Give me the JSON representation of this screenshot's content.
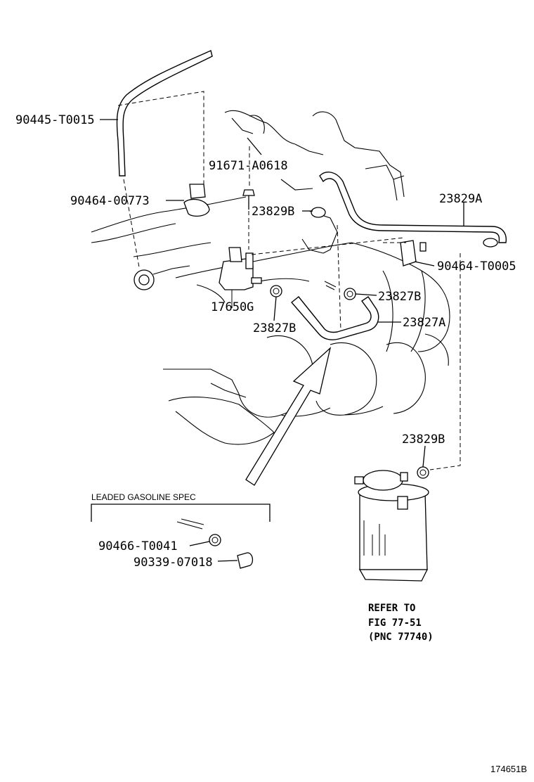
{
  "parts": {
    "hose_upper": "90445-T0015",
    "bolt": "91671-A0618",
    "clamp_left": "90464-00773",
    "clip_upper": "23829B",
    "hose_right": "23829A",
    "clamp_right": "90464-T0005",
    "vsv": "17650G",
    "clip_mid_right": "23827B",
    "clip_mid_left": "23827B",
    "hose_mid": "23827A",
    "clip_canister": "23829B"
  },
  "leaded_spec": {
    "title": "LEADED GASOLINE SPEC",
    "clamp": "90466-T0041",
    "plug": "90339-07018"
  },
  "refer": {
    "line1": "REFER TO",
    "line2": "FIG 77-51",
    "line3": "(PNC 77740)"
  },
  "figure_id": "174651B"
}
